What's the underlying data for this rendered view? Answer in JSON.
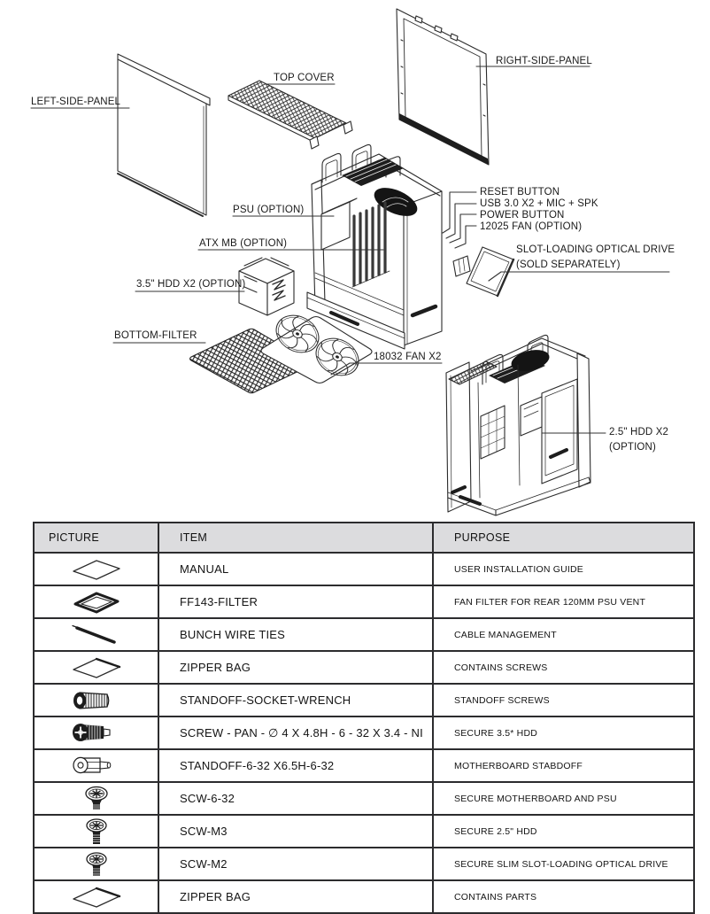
{
  "diagram": {
    "labels": {
      "left_side_panel": "LEFT-SIDE-PANEL",
      "top_cover": "TOP COVER",
      "right_side_panel": "RIGHT-SIDE-PANEL",
      "psu": "PSU (OPTION)",
      "atx_mb": "ATX MB (OPTION)",
      "reset_button": "RESET BUTTON",
      "usb": "USB 3.0 X2 + MIC + SPK",
      "power_button": "POWER BUTTON",
      "fan_12025": "12025 FAN (OPTION)",
      "optical_line1": "SLOT-LOADING OPTICAL DRIVE",
      "optical_line2": "(SOLD SEPARATELY)",
      "hdd_35": "3.5\" HDD X2 (OPTION)",
      "bottom_filter": "BOTTOM-FILTER",
      "fan_18032": "18032 FAN X2",
      "hdd_25_line1": "2.5\" HDD X2",
      "hdd_25_line2": "(OPTION)"
    }
  },
  "table": {
    "headers": [
      "PICTURE",
      "ITEM",
      "PURPOSE"
    ],
    "rows": [
      {
        "icon": "manual-diamond",
        "item": "MANUAL",
        "purpose": "USER INSTALLATION GUIDE"
      },
      {
        "icon": "filter-diamond",
        "item": "FF143-FILTER",
        "purpose": "FAN FILTER FOR REAR 120MM PSU VENT"
      },
      {
        "icon": "wire-ties",
        "item": "BUNCH WIRE TIES",
        "purpose": "CABLE MANAGEMENT"
      },
      {
        "icon": "zipper-bag",
        "item": "ZIPPER BAG",
        "purpose": "CONTAINS SCREWS"
      },
      {
        "icon": "socket-wrench",
        "item": "STANDOFF-SOCKET-WRENCH",
        "purpose": "STANDOFF SCREWS"
      },
      {
        "icon": "pan-screw",
        "item": "SCREW - PAN -  ∅ 4 X 4.8H - 6 - 32 X 3.4 - NI",
        "purpose": "SECURE 3.5* HDD"
      },
      {
        "icon": "standoff",
        "item": "STANDOFF-6-32 X6.5H-6-32",
        "purpose": "MOTHERBOARD STABDOFF"
      },
      {
        "icon": "screw-6-32",
        "item": "SCW-6-32",
        "purpose": "SECURE MOTHERBOARD AND PSU"
      },
      {
        "icon": "screw-m3",
        "item": "SCW-M3",
        "purpose": "SECURE 2.5\" HDD"
      },
      {
        "icon": "screw-m2",
        "item": "SCW-M2",
        "purpose": "SECURE SLIM SLOT-LOADING OPTICAL DRIVE"
      },
      {
        "icon": "zipper-bag",
        "item": "ZIPPER BAG",
        "purpose": "CONTAINS PARTS"
      }
    ]
  },
  "colors": {
    "line": "#2b2b2b",
    "dark_fill": "#1d1d1d",
    "header_bg": "#dcdcde",
    "background": "#ffffff"
  }
}
